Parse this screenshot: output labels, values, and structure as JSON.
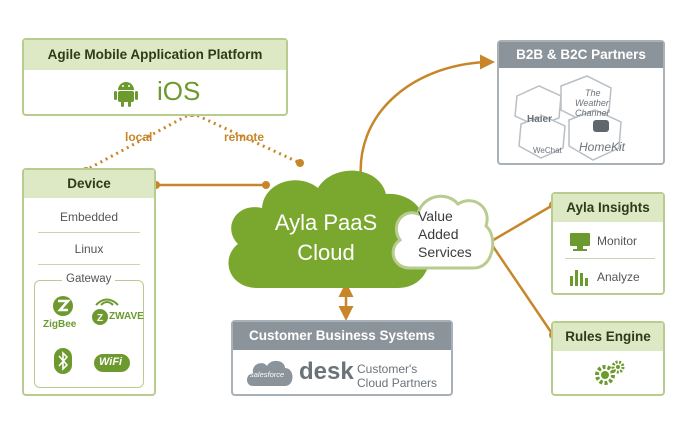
{
  "platform": {
    "title": "Agile Mobile Application Platform",
    "ios": "iOS",
    "colors": {
      "android": "#6c9a2e",
      "ios": "#6c9a2e"
    }
  },
  "device": {
    "title": "Device",
    "items": [
      "Embedded",
      "Linux"
    ],
    "gateway": {
      "title": "Gateway",
      "zigbee": "ZigBee",
      "zwave": "ZWAVE",
      "wifi": "WiFi"
    }
  },
  "links": {
    "local": "local",
    "remote": "remote"
  },
  "cloud": {
    "line1": "Ayla PaaS",
    "line2": "Cloud"
  },
  "vas": {
    "line1": "Value",
    "line2": "Added",
    "line3": "Services"
  },
  "partners": {
    "title": "B2B & B2C Partners",
    "logos": {
      "haier": "Haier",
      "weather1": "The",
      "weather2": "Weather",
      "weather3": "Channel",
      "wechat": "WeChat",
      "homekit": "HomeKit"
    }
  },
  "insights": {
    "title": "Ayla Insights",
    "monitor": "Monitor",
    "analyze": "Analyze"
  },
  "rules": {
    "title": "Rules Engine"
  },
  "customer": {
    "title": "Customer Business Systems",
    "salesforce": "salesforce",
    "desk": "desk",
    "cloud1": "Customer's",
    "cloud2": "Cloud Partners"
  },
  "colors": {
    "green": "#7aa82f",
    "connector": "#c8862a",
    "header_green": "#dde8c4",
    "header_gray": "#8b939b"
  }
}
